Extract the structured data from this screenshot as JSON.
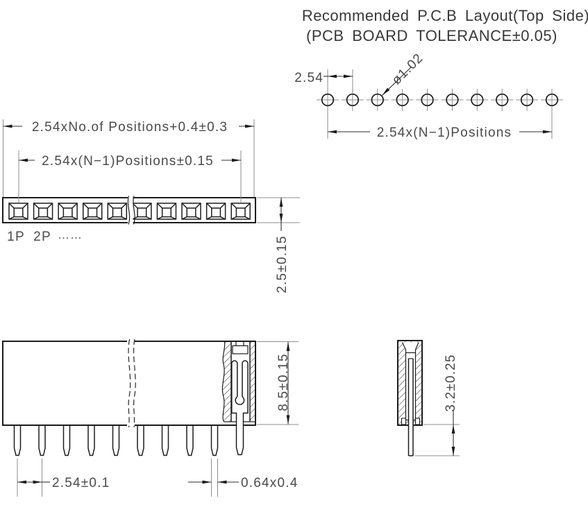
{
  "drawing": {
    "pcb_layout": {
      "title_line1": "Recommended P.C.B Layout(Top Side)",
      "title_line2": "(PCB BOARD TOLERANCE±0.05)",
      "dim_pitch": "2.54",
      "dim_hole_diameter": "ø1.02",
      "dim_span": "2.54x(N−1)Positions",
      "hole_count": 10
    },
    "top_view": {
      "dim_overall_length": "2.54xNo.of Positions+0.4±0.3",
      "dim_centers": "2.54x(N−1)Positions±0.15",
      "dim_body_width": "2.5±0.15",
      "label_position1": "1P",
      "label_position2": "2P",
      "label_more_positions": "……",
      "position_count": 10
    },
    "front_view": {
      "dim_insulator_height": "8.5±0.15",
      "dim_pin_pitch": "2.54±0.1",
      "dim_pin_cross_section": "0.64x0.4",
      "pin_count": 10
    },
    "side_view": {
      "dim_pin_protrusion": "3.2±0.25"
    },
    "colors": {
      "outline": "#1c1c1c",
      "thin_line": "#8e8e8e",
      "dimension_text": "#4a4a4a"
    }
  }
}
